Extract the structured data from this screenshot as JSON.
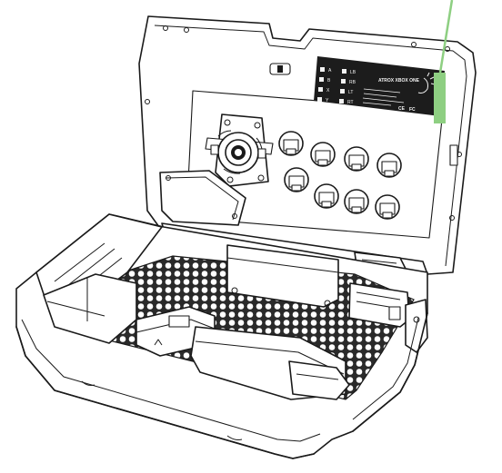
{
  "figure": {
    "subject": "arcade-fight-stick-open-case",
    "colors": {
      "line": "#1a1a1a",
      "background": "#ffffff",
      "callout": "#8ecf82",
      "sticker": "#1c1c1c",
      "sticker_text": "#f2f2f2",
      "grid": "#2a2a2a"
    }
  },
  "sticker": {
    "brand": "ATROX XBOX ONE",
    "button_labels": [
      "A",
      "LB",
      "B",
      "RB",
      "X",
      "LT",
      "Y",
      "RT"
    ],
    "cert_marks": [
      "CE",
      "FC"
    ]
  }
}
